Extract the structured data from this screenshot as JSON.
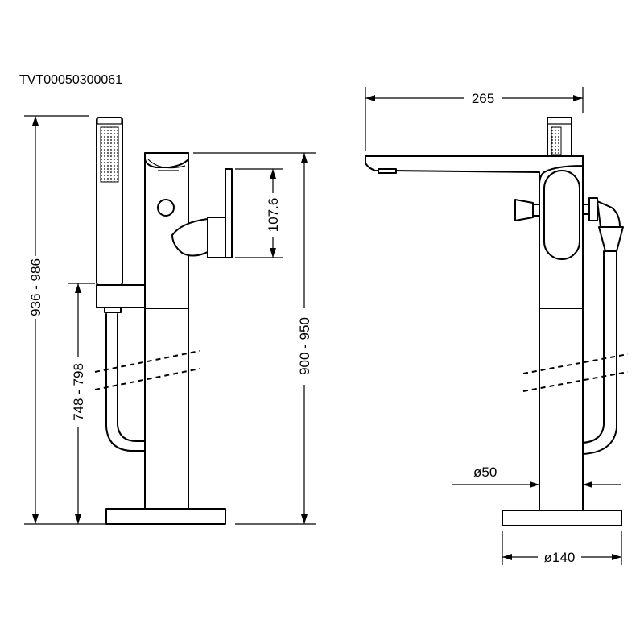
{
  "product_code": "TVT00050300061",
  "dimensions": {
    "total_height": "936 - 986",
    "handshower_holder_height": "748 - 798",
    "spout_height": "900 - 950",
    "handle_height": "107.6",
    "spout_reach": "265",
    "column_diameter": "ø50",
    "base_diameter": "ø140"
  }
}
